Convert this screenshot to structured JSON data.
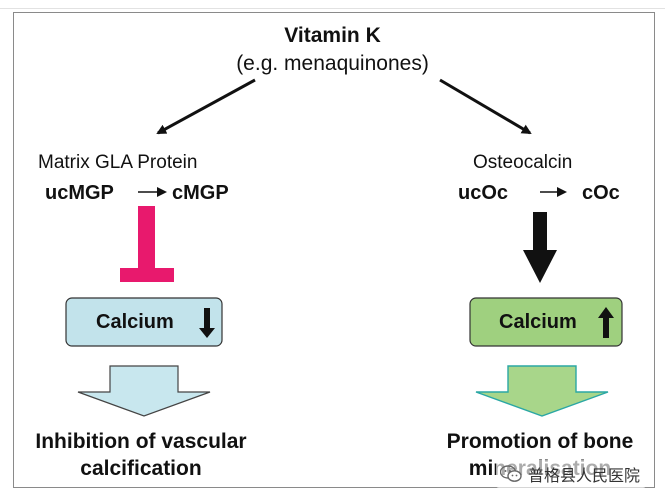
{
  "diagram": {
    "title": "Vitamin K",
    "subtitle": "(e.g. menaquinones)",
    "left": {
      "protein_name": "Matrix GLA Protein",
      "from": "ucMGP",
      "to": "cMGP",
      "calcium_label": "Calcium",
      "calcium_direction": "down",
      "outcome_line1": "Inhibition of vascular",
      "outcome_line2": "calcification"
    },
    "right": {
      "protein_name": "Osteocalcin",
      "from": "ucOc",
      "to": "cOc",
      "calcium_label": "Calcium",
      "calcium_direction": "up",
      "outcome_line1": "Promotion of bone",
      "outcome_line2": "mineralisation"
    },
    "colors": {
      "inhibit_bar": "#e8196d",
      "left_box_fill": "#c2e3eb",
      "right_box_fill": "#9fd07f",
      "left_arrow_fill": "#c8e7ee",
      "right_arrow_fill": "#a8d68a"
    }
  },
  "watermark": {
    "text": "普格县人民医院",
    "icon": "wechat-icon"
  }
}
